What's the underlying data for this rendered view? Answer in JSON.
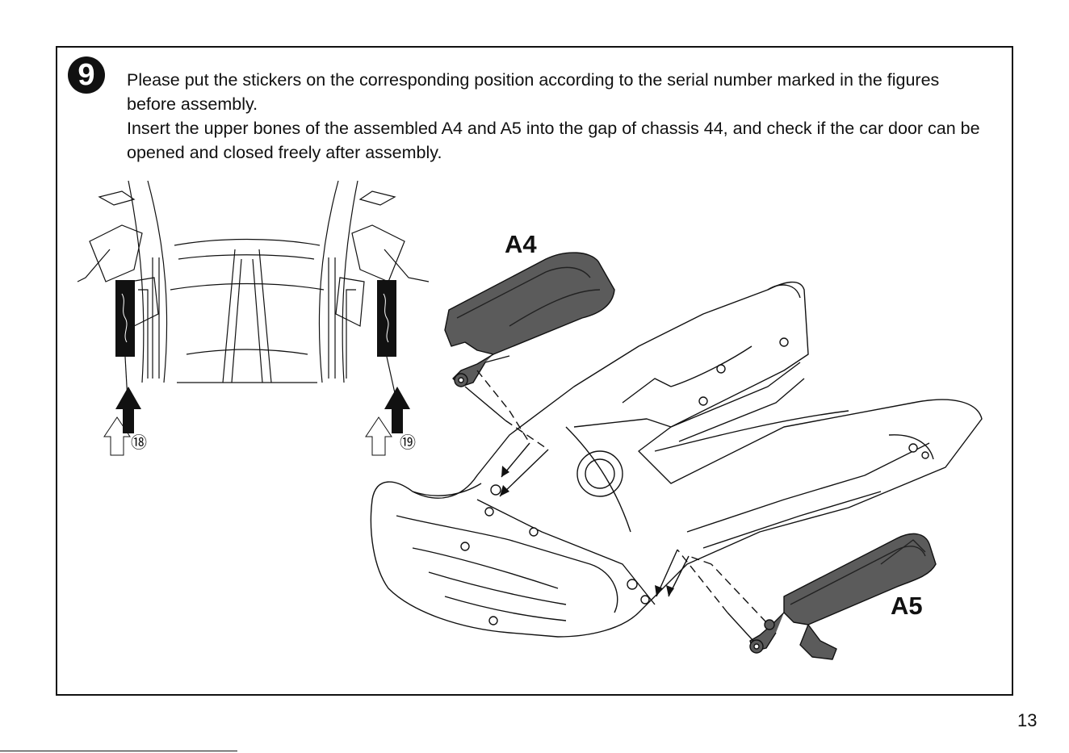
{
  "step": {
    "number": "9"
  },
  "instructions": {
    "line1": "Please put the stickers on the corresponding position according to the serial number marked in the figures before assembly.",
    "line2": "Insert the upper bones of the assembled A4 and A5 into the gap of chassis 44, and check if the car door can be opened and closed freely after assembly."
  },
  "parts": {
    "a4": "A4",
    "a5": "A5"
  },
  "stickers": {
    "left": "⑱",
    "right": "⑲"
  },
  "page": {
    "number": "13"
  },
  "icons": {
    "step_badge": "circled-number-icon",
    "arrow": "arrow-up-icon"
  },
  "colors": {
    "ink": "#111111",
    "part_fill": "#5b5b5b",
    "paper": "#ffffff"
  }
}
